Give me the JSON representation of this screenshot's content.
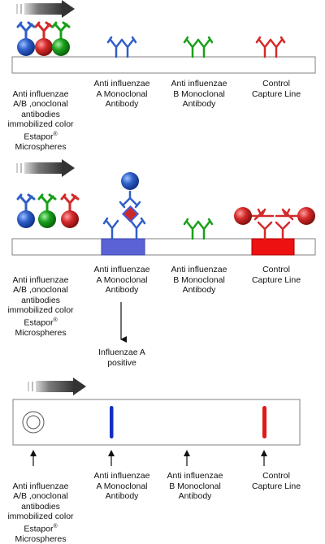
{
  "colors": {
    "blue": "#2f5fc8",
    "red": "#d42a2a",
    "green": "#1aa01a",
    "strip_border": "#808080",
    "test_band": "#5b63d4",
    "control_band": "#ee1111",
    "read_blue_line": "#1030c0",
    "read_red_line": "#e01818"
  },
  "panel1": {
    "labels": {
      "conjugate": "Anti influenzae\nA/B ,onoclonal\nantibodies\nimmobilized color\nEstapor",
      "conjugate_reg": "®",
      "conjugate_last": "Microspheres",
      "test_a": "Anti influenzae\nA Monoclonal\nAntibody",
      "test_b": "Anti influenzae\nB Monoclonal\nAntibody",
      "control": "Control\nCapture Line"
    }
  },
  "panel2": {
    "labels": {
      "conjugate": "Anti influenzae\nA/B ,onoclonal\nantibodies\nimmobilized color\nEstapor",
      "conjugate_reg": "®",
      "conjugate_last": "Microspheres",
      "test_a": "Anti influenzae\nA Monoclonal\nAntibody",
      "test_b": "Anti influenzae\nB Monoclonal\nAntibody",
      "control": "Control\nCapture Line",
      "result": "Influenzae A\npositive"
    }
  },
  "panel3": {
    "labels": {
      "conjugate": "Anti influenzae\nA/B ,onoclonal\nantibodies\nimmobilized color\nEstapor",
      "conjugate_reg": "®",
      "conjugate_last": "Microspheres",
      "test_a": "Anti influenzae\nA Monoclonal\nAntibody",
      "test_b": "Anti influenzae\nB Monoclonal\nAntibody",
      "control": "Control\nCapture Line"
    }
  }
}
